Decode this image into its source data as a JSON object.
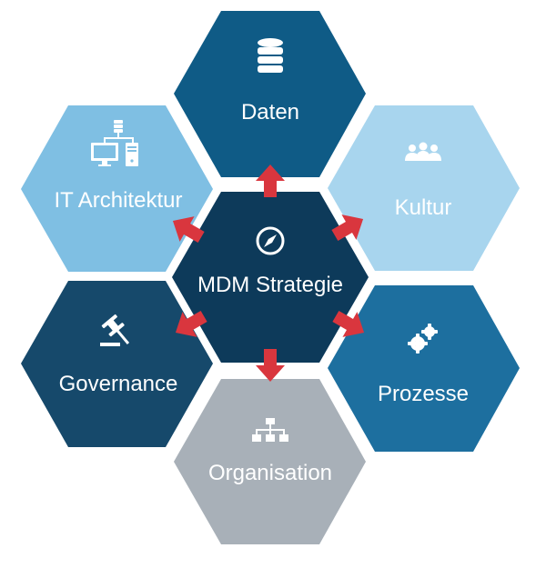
{
  "center": {
    "label": "MDM Strategie",
    "icon": "compass-icon",
    "color": "#0d3a5a"
  },
  "hexes": [
    {
      "key": "daten",
      "label": "Daten",
      "icon": "database-icon",
      "color": "#0f5b86"
    },
    {
      "key": "kultur",
      "label": "Kultur",
      "icon": "people-group-icon",
      "color": "#a8d5ee"
    },
    {
      "key": "prozesse",
      "label": "Prozesse",
      "icon": "gears-icon",
      "color": "#1d6f9f"
    },
    {
      "key": "organisation",
      "label": "Organisation",
      "icon": "org-chart-icon",
      "color": "#a8b0b8"
    },
    {
      "key": "governance",
      "label": "Governance",
      "icon": "gavel-icon",
      "color": "#16496b"
    },
    {
      "key": "it",
      "label": "IT Architektur",
      "icon": "computer-network-icon",
      "color": "#7fbfe3"
    }
  ],
  "arrow_color": "#d9363e"
}
